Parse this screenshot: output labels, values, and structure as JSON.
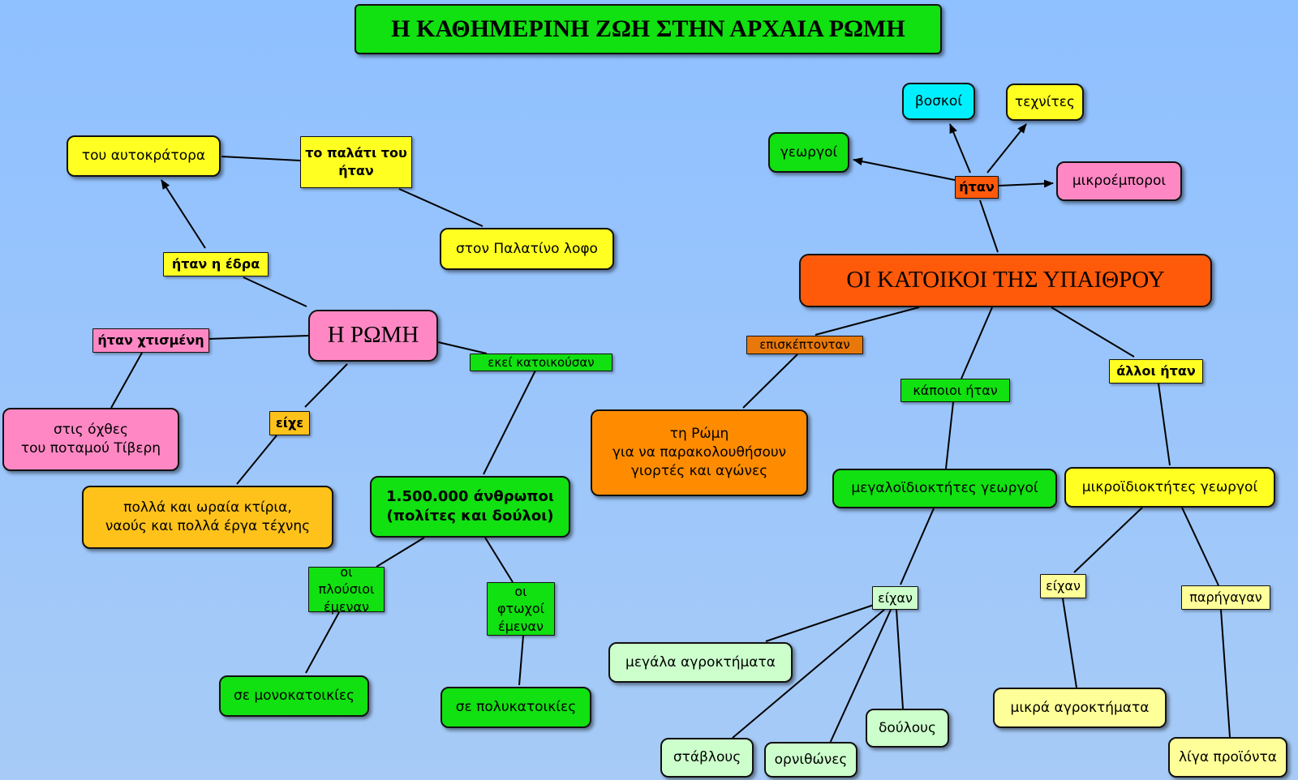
{
  "title": "Η ΚΑΘΗΜΕΡΙΝΗ ΖΩΗ ΣΤΗΝ ΑΡΧΑΙΑ ΡΩΜΗ",
  "colors": {
    "green": "#11e011",
    "yellow": "#ffff22",
    "pink": "#ff88c4",
    "orange_red": "#ff5a0a",
    "orange": "#ff8c00",
    "gold": "#ffc21a",
    "cyan": "#00f0ff",
    "pale_green": "#ccffcc",
    "pale_yellow": "#ffff99",
    "brown_orange": "#e8780a"
  },
  "nodes": {
    "roma": {
      "text": "Η ΡΩΜΗ",
      "color": "pink"
    },
    "itan_edra": {
      "text": "ήταν η έδρα",
      "color": "yellow"
    },
    "tou_autokratora": {
      "text": "του αυτοκράτορα",
      "color": "yellow"
    },
    "palati": {
      "text": "το παλάτι του\nήταν",
      "color": "yellow"
    },
    "palatino": {
      "text": "στον Παλατίνο λοφο",
      "color": "yellow"
    },
    "xtismeni": {
      "text": "ήταν χτισμένη",
      "color": "pink"
    },
    "oxthes": {
      "text": "στις όχθες\nτου ποταμού Τίβερη",
      "color": "pink"
    },
    "eixe": {
      "text": "είχε",
      "color": "gold"
    },
    "ktiria": {
      "text": "πολλά και ωραία κτίρια,\nναούς και πολλά έργα τέχνης",
      "color": "gold"
    },
    "ekei_katoikousan": {
      "text": "εκεί κατοικούσαν",
      "color": "green"
    },
    "anthropoi": {
      "text": "1.500.000 άνθρωποι\n(πολίτες και δούλοι)",
      "color": "green"
    },
    "plousioi": {
      "text": "οι πλούσιοι\nέμεναν",
      "color": "green"
    },
    "ftoxoi": {
      "text": "οι φτωχοί\nέμεναν",
      "color": "green"
    },
    "monokatoikies": {
      "text": "σε μονοκατοικίες",
      "color": "green"
    },
    "polykatoikies": {
      "text": "σε πολυκατοικίες",
      "color": "green"
    },
    "katoikoi": {
      "text": "ΟΙ ΚΑΤΟΙΚΟΙ ΤΗΣ ΥΠΑΙΘΡΟΥ",
      "color": "orange_red"
    },
    "itan_top": {
      "text": "ήταν",
      "color": "orange_red"
    },
    "georgoi": {
      "text": "γεωργοί",
      "color": "green"
    },
    "voskoi": {
      "text": "βοσκοί",
      "color": "cyan"
    },
    "texnites": {
      "text": "τεχνίτες",
      "color": "yellow"
    },
    "mikroemporoi": {
      "text": "μικροέμποροι",
      "color": "pink"
    },
    "episkeptontan": {
      "text": "επισκέπτονταν",
      "color": "brown_orange"
    },
    "ti_romi": {
      "text": "τη Ρώμη\nγια να παρακολουθήσουν\nγιορτές και αγώνες",
      "color": "orange"
    },
    "kapoioi": {
      "text": "κάποιοι ήταν",
      "color": "green"
    },
    "megaloidioktites": {
      "text": "μεγαλοϊδιοκτήτες γεωργοί",
      "color": "green"
    },
    "eixan_left": {
      "text": "είχαν",
      "color": "pale_green"
    },
    "megala_agrokt": {
      "text": "μεγάλα αγροκτήματα",
      "color": "pale_green"
    },
    "stavlous": {
      "text": "στάβλους",
      "color": "pale_green"
    },
    "ornithones": {
      "text": "ορνιθώνες",
      "color": "pale_green"
    },
    "doulous": {
      "text": "δούλους",
      "color": "pale_green"
    },
    "alloi": {
      "text": "άλλοι ήταν",
      "color": "yellow"
    },
    "mikroidioktites": {
      "text": "μικροϊδιοκτήτες γεωργοί",
      "color": "yellow"
    },
    "eixan_right": {
      "text": "είχαν",
      "color": "pale_yellow"
    },
    "parigagan": {
      "text": "παρήγαγαν",
      "color": "pale_yellow"
    },
    "mikra_agrokt": {
      "text": "μικρά αγροκτήματα",
      "color": "pale_yellow"
    },
    "liga_proionta": {
      "text": "λίγα προϊόντα",
      "color": "pale_yellow"
    }
  }
}
